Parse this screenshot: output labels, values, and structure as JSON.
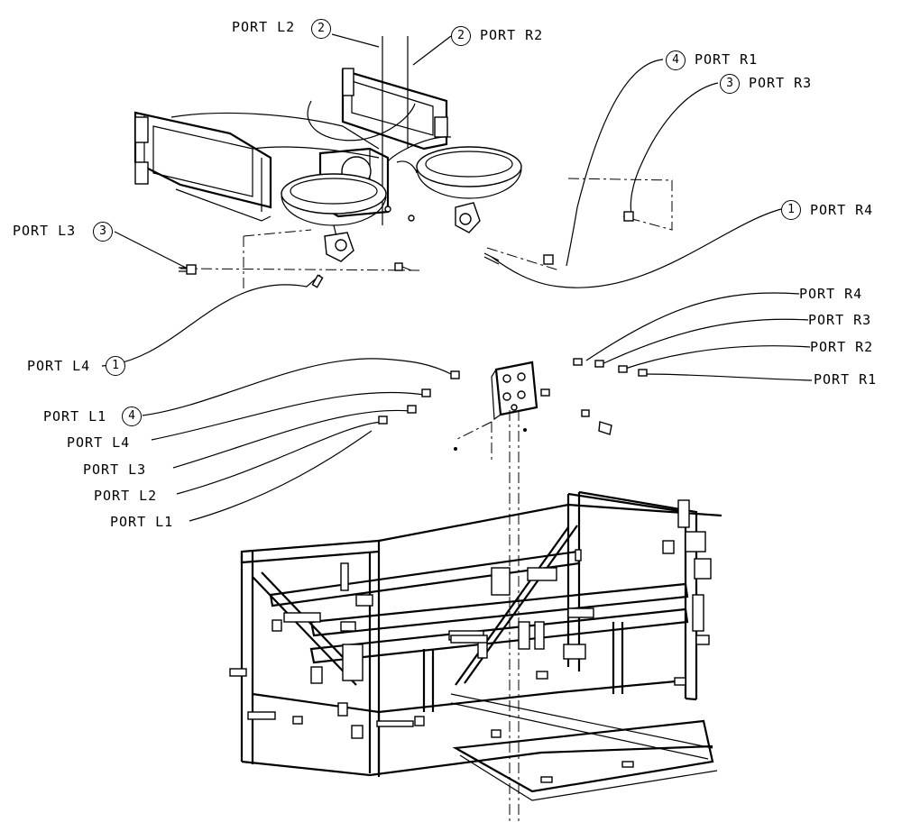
{
  "callouts": {
    "port_l2_top": {
      "label": "PORT L2",
      "num": "2"
    },
    "port_r2_top": {
      "label": "PORT R2",
      "num": "2"
    },
    "port_r1_top": {
      "label": "PORT R1",
      "num": "4"
    },
    "port_r3_top": {
      "label": "PORT R3",
      "num": "3"
    },
    "port_r4_top": {
      "label": "PORT R4",
      "num": "1"
    },
    "port_l3_top": {
      "label": "PORT L3",
      "num": "3"
    },
    "port_l4_top": {
      "label": "PORT L4",
      "num": "1"
    },
    "port_l1_top": {
      "label": "PORT L1",
      "num": "4"
    }
  },
  "manifold_ports": {
    "r4": "PORT R4",
    "r3": "PORT R3",
    "r2": "PORT R2",
    "r1": "PORT R1",
    "l4": "PORT L4",
    "l3": "PORT L3",
    "l2": "PORT L2",
    "l1": "PORT L1"
  }
}
